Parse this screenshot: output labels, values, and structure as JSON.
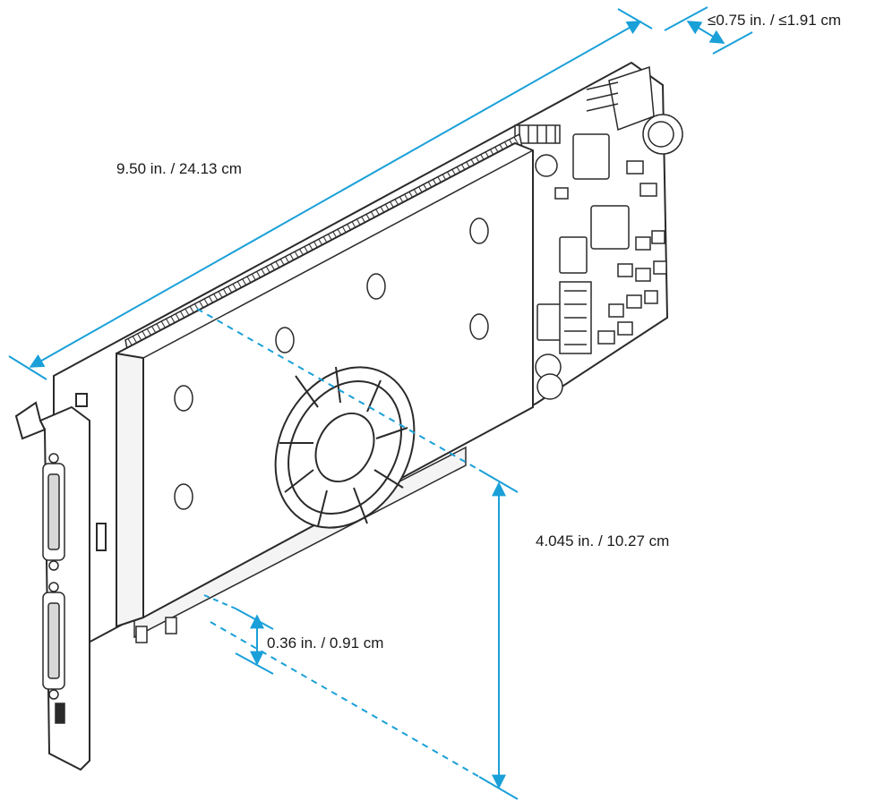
{
  "diagram": {
    "accent_color": "#1aa0d8",
    "line_color": "#2a2a2a",
    "dimensions": {
      "length": "9.50 in. / 24.13 cm",
      "thickness": "≤0.75 in. / ≤1.91 cm",
      "height": "4.045 in. / 10.27 cm",
      "edge_offset": "0.36 in. / 0.91 cm"
    },
    "components": [
      "pcb-board",
      "heatsink-shroud",
      "cooling-fan",
      "mounting-bracket",
      "display-connector",
      "pcie-edge-connector",
      "power-connector"
    ]
  }
}
